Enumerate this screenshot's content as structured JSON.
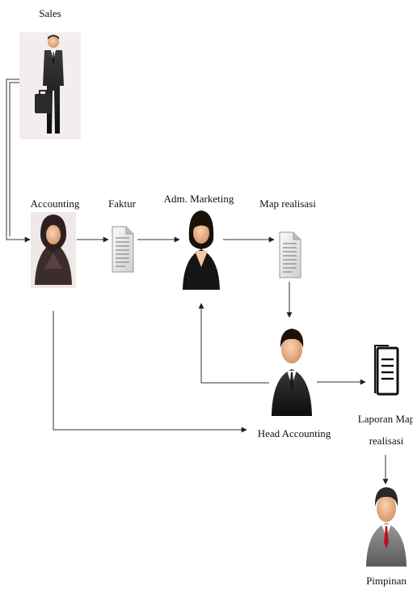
{
  "nodes": {
    "sales": "Sales",
    "accounting": "Accounting",
    "faktur": "Faktur",
    "adm_marketing": "Adm. Marketing",
    "map_realisasi": "Map realisasi",
    "head_accounting": "Head Accounting",
    "laporan_line1": "Laporan Map",
    "laporan_line2": "realisasi",
    "pimpinan": "Pimpinan"
  },
  "edges": [
    {
      "from": "sales",
      "to": "accounting"
    },
    {
      "from": "accounting",
      "to": "faktur"
    },
    {
      "from": "faktur",
      "to": "adm_marketing"
    },
    {
      "from": "adm_marketing",
      "to": "map_realisasi"
    },
    {
      "from": "map_realisasi",
      "to": "head_accounting"
    },
    {
      "from": "head_accounting",
      "to": "adm_marketing"
    },
    {
      "from": "accounting",
      "to": "head_accounting"
    },
    {
      "from": "head_accounting",
      "to": "laporan_map_realisasi"
    },
    {
      "from": "laporan_map_realisasi",
      "to": "pimpinan"
    }
  ]
}
